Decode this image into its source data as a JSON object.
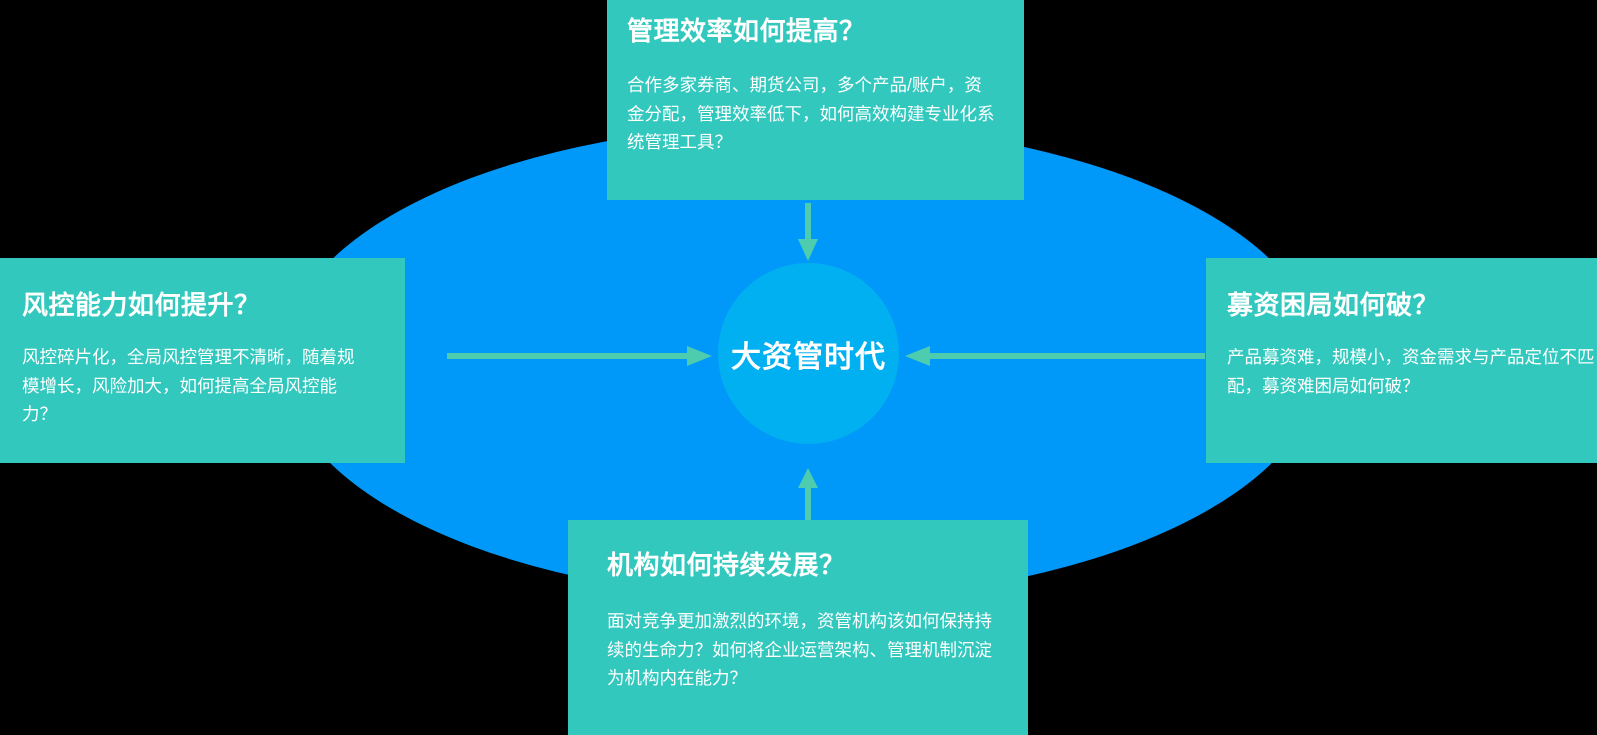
{
  "center": {
    "label": "大资管时代",
    "color": "#00B0F0"
  },
  "background": {
    "ellipse_color": "#0099FA",
    "page_color": "#000000",
    "card_color": "#32C8BE",
    "arrow_color": "#4ECDAE"
  },
  "cards": {
    "top": {
      "title": "管理效率如何提高？",
      "body": "合作多家券商、期货公司，多个产品/账户，资金分配，管理效率低下，如何高效构建专业化系统管理工具？"
    },
    "left": {
      "title": "风控能力如何提升？",
      "body": "风控碎片化，全局风控管理不清晰，随着规模增长，风险加大，如何提高全局风控能力？"
    },
    "right": {
      "title": "募资困局如何破？",
      "body": "产品募资难，规模小，资金需求与产品定位不匹配，募资难困局如何破？"
    },
    "bottom": {
      "title": "机构如何持续发展？",
      "body": "面对竞争更加激烈的环境，资管机构该如何保持持续的生命力？如何将企业运营架构、管理机制沉淀为机构内在能力？"
    }
  },
  "arrows": {
    "left_to_center": "arrow-right-icon",
    "right_to_center": "arrow-left-icon",
    "top_to_center": "arrow-down-icon",
    "bottom_to_center": "arrow-up-icon"
  }
}
